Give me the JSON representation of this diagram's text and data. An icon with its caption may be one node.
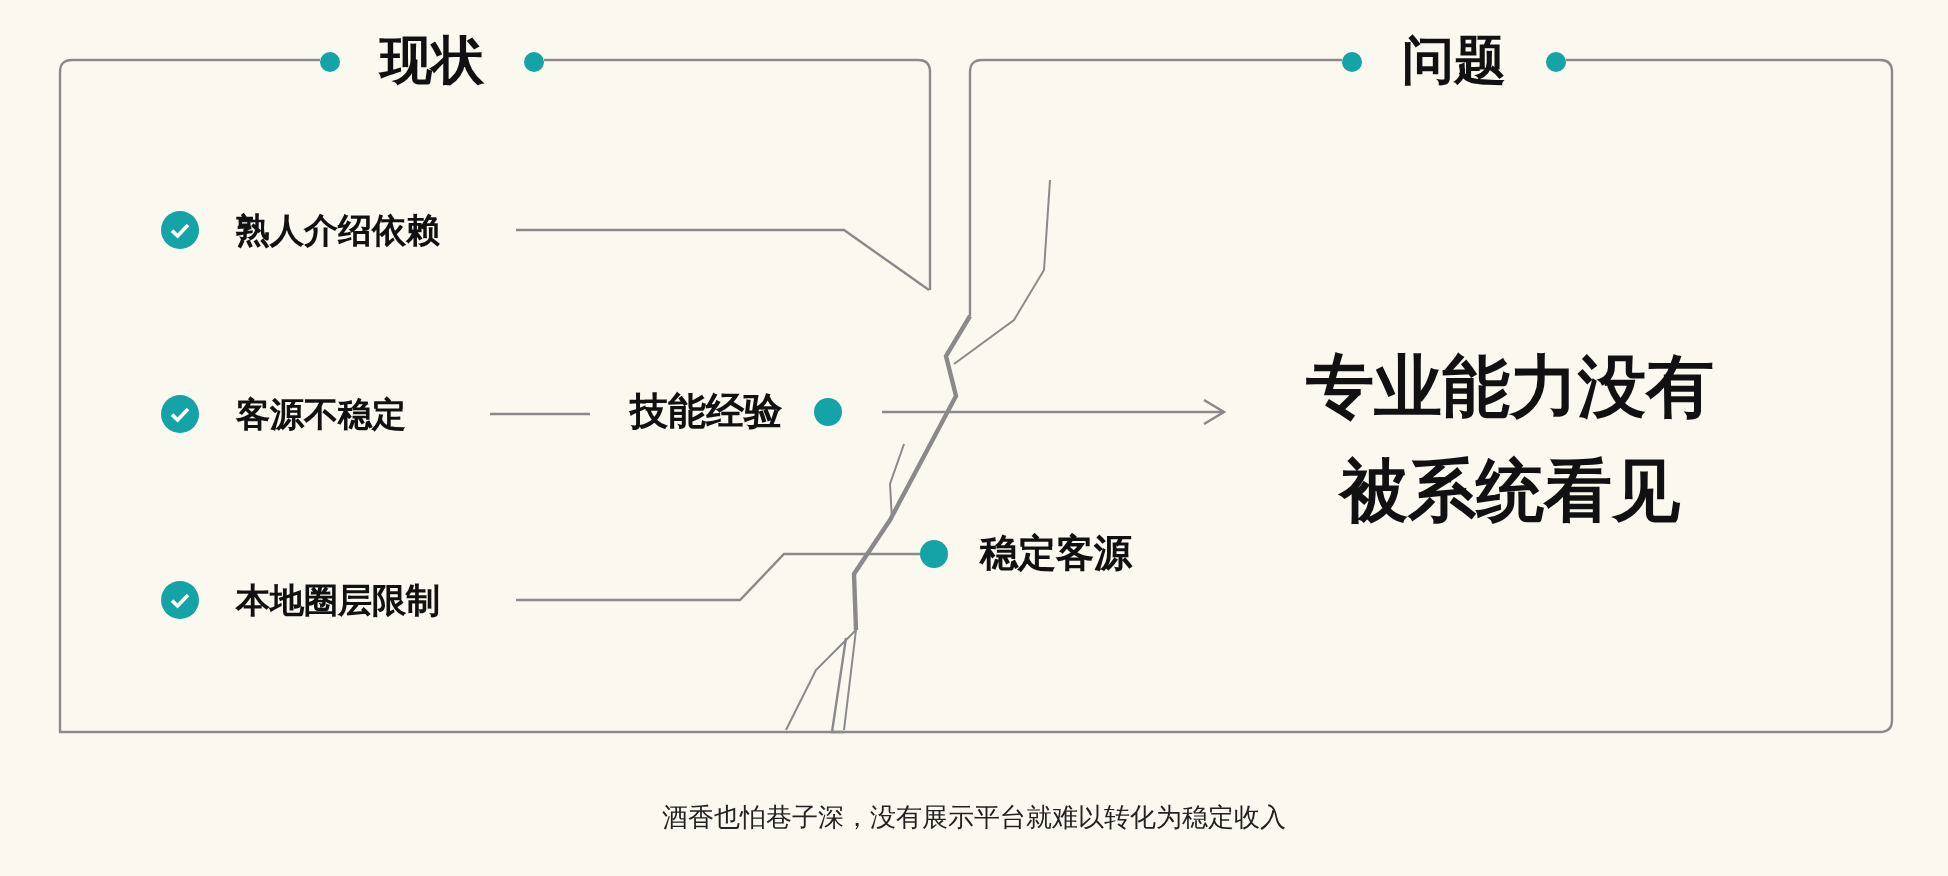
{
  "diagram": {
    "nodes": [
      {
        "text": [
          "现状"
        ]
      },
      {
        "text": [
          "熟人介绍依赖"
        ],
        "in": 0
      },
      {
        "text": [
          "客源不稳定"
        ],
        "in": 0
      },
      {
        "text": [
          "本地圈层限制"
        ],
        "in": 0
      },
      {
        "text": [
          "技能经验"
        ],
        "in": 0
      },
      {
        "text": [
          "问题"
        ]
      },
      {
        "text": [
          "稳定客源"
        ],
        "in": 5
      },
      {
        "text": [
          "专业能力没有被系统看见"
        ],
        "in": 5
      }
    ],
    "edges": [
      {
        "from": 1,
        "to": 0,
        "arrow": "none"
      },
      {
        "from": 2,
        "to": 4,
        "arrow": "none"
      },
      {
        "from": 3,
        "to": 6,
        "arrow": "none"
      },
      {
        "from": 4,
        "to": 7,
        "arrow": "to"
      }
    ],
    "caption": "酒香也怕巷子深，没有展示平台就难以转化为稳定收入"
  }
}
